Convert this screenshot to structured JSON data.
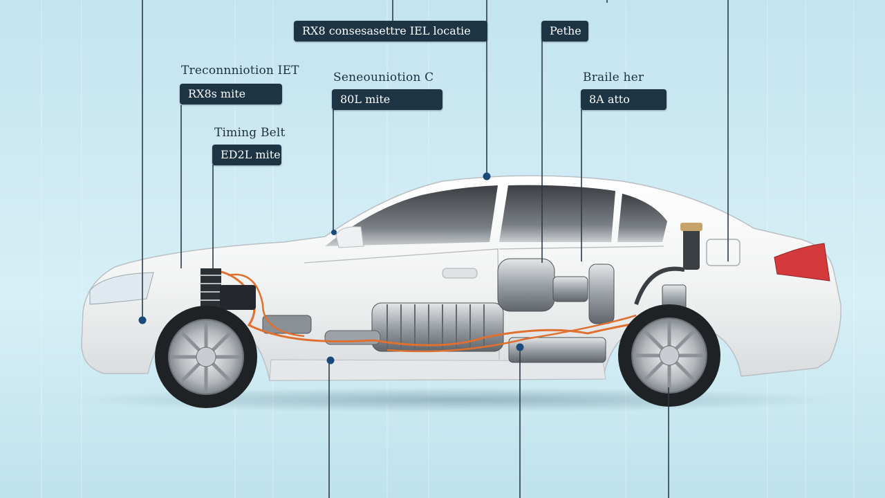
{
  "callouts": {
    "top_center": {
      "tag": "RX8 consesasettre IEL locatie"
    },
    "top_right": {
      "tag": "Pethe"
    },
    "transmission": {
      "title": "Treconnniotion IET",
      "tag": "RX8s mite"
    },
    "center": {
      "title": "Seneouniotion C",
      "tag": "80L mite"
    },
    "brake": {
      "title": "Braile her",
      "tag": "8A atto"
    },
    "timing_belt": {
      "title": "Timing Belt",
      "tag": "ED2L mite"
    }
  },
  "colors": {
    "background": "#c7e6f1",
    "tag_fill": "#1d3445",
    "leader_line": "#2a3a48",
    "marker_dot": "#1a4a7a",
    "car_body": "#f6f6f4",
    "wiring": "#e0702f",
    "tail_light": "#d43a3c"
  }
}
